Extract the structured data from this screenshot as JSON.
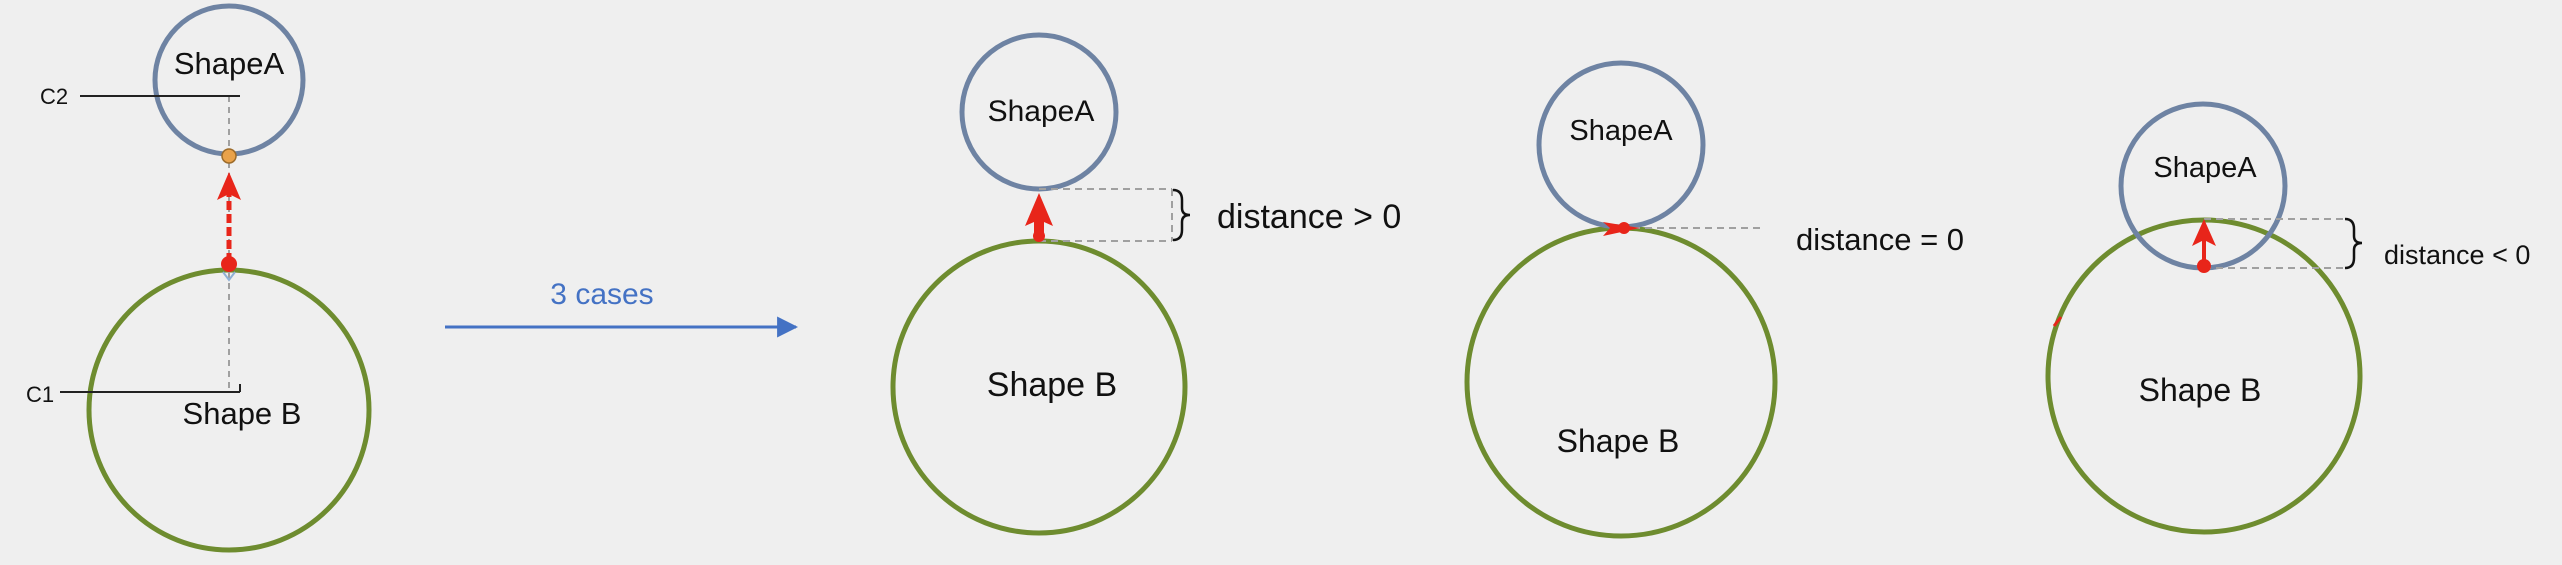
{
  "colors": {
    "background": "#efefef",
    "shape_a_stroke": "#6e83a3",
    "shape_b_stroke": "#6e8c2f",
    "arrow_red": "#e8251a",
    "connector_blue": "#4472c4",
    "point_orange": "#e9a24a",
    "guide_gray": "#a0a0a0",
    "text": "#111111"
  },
  "setup": {
    "shape_a_label": "ShapeA",
    "shape_b_label": "Shape B",
    "c2_label": "C2",
    "c1_label": "C1"
  },
  "connector": {
    "label": "3 cases"
  },
  "cases": [
    {
      "shape_a_label": "ShapeA",
      "shape_b_label": "Shape B",
      "distance_label": "distance > 0"
    },
    {
      "shape_a_label": "ShapeA",
      "shape_b_label": "Shape B",
      "distance_label": "distance = 0"
    },
    {
      "shape_a_label": "ShapeA",
      "shape_b_label": "Shape B",
      "distance_label": "distance < 0"
    }
  ]
}
